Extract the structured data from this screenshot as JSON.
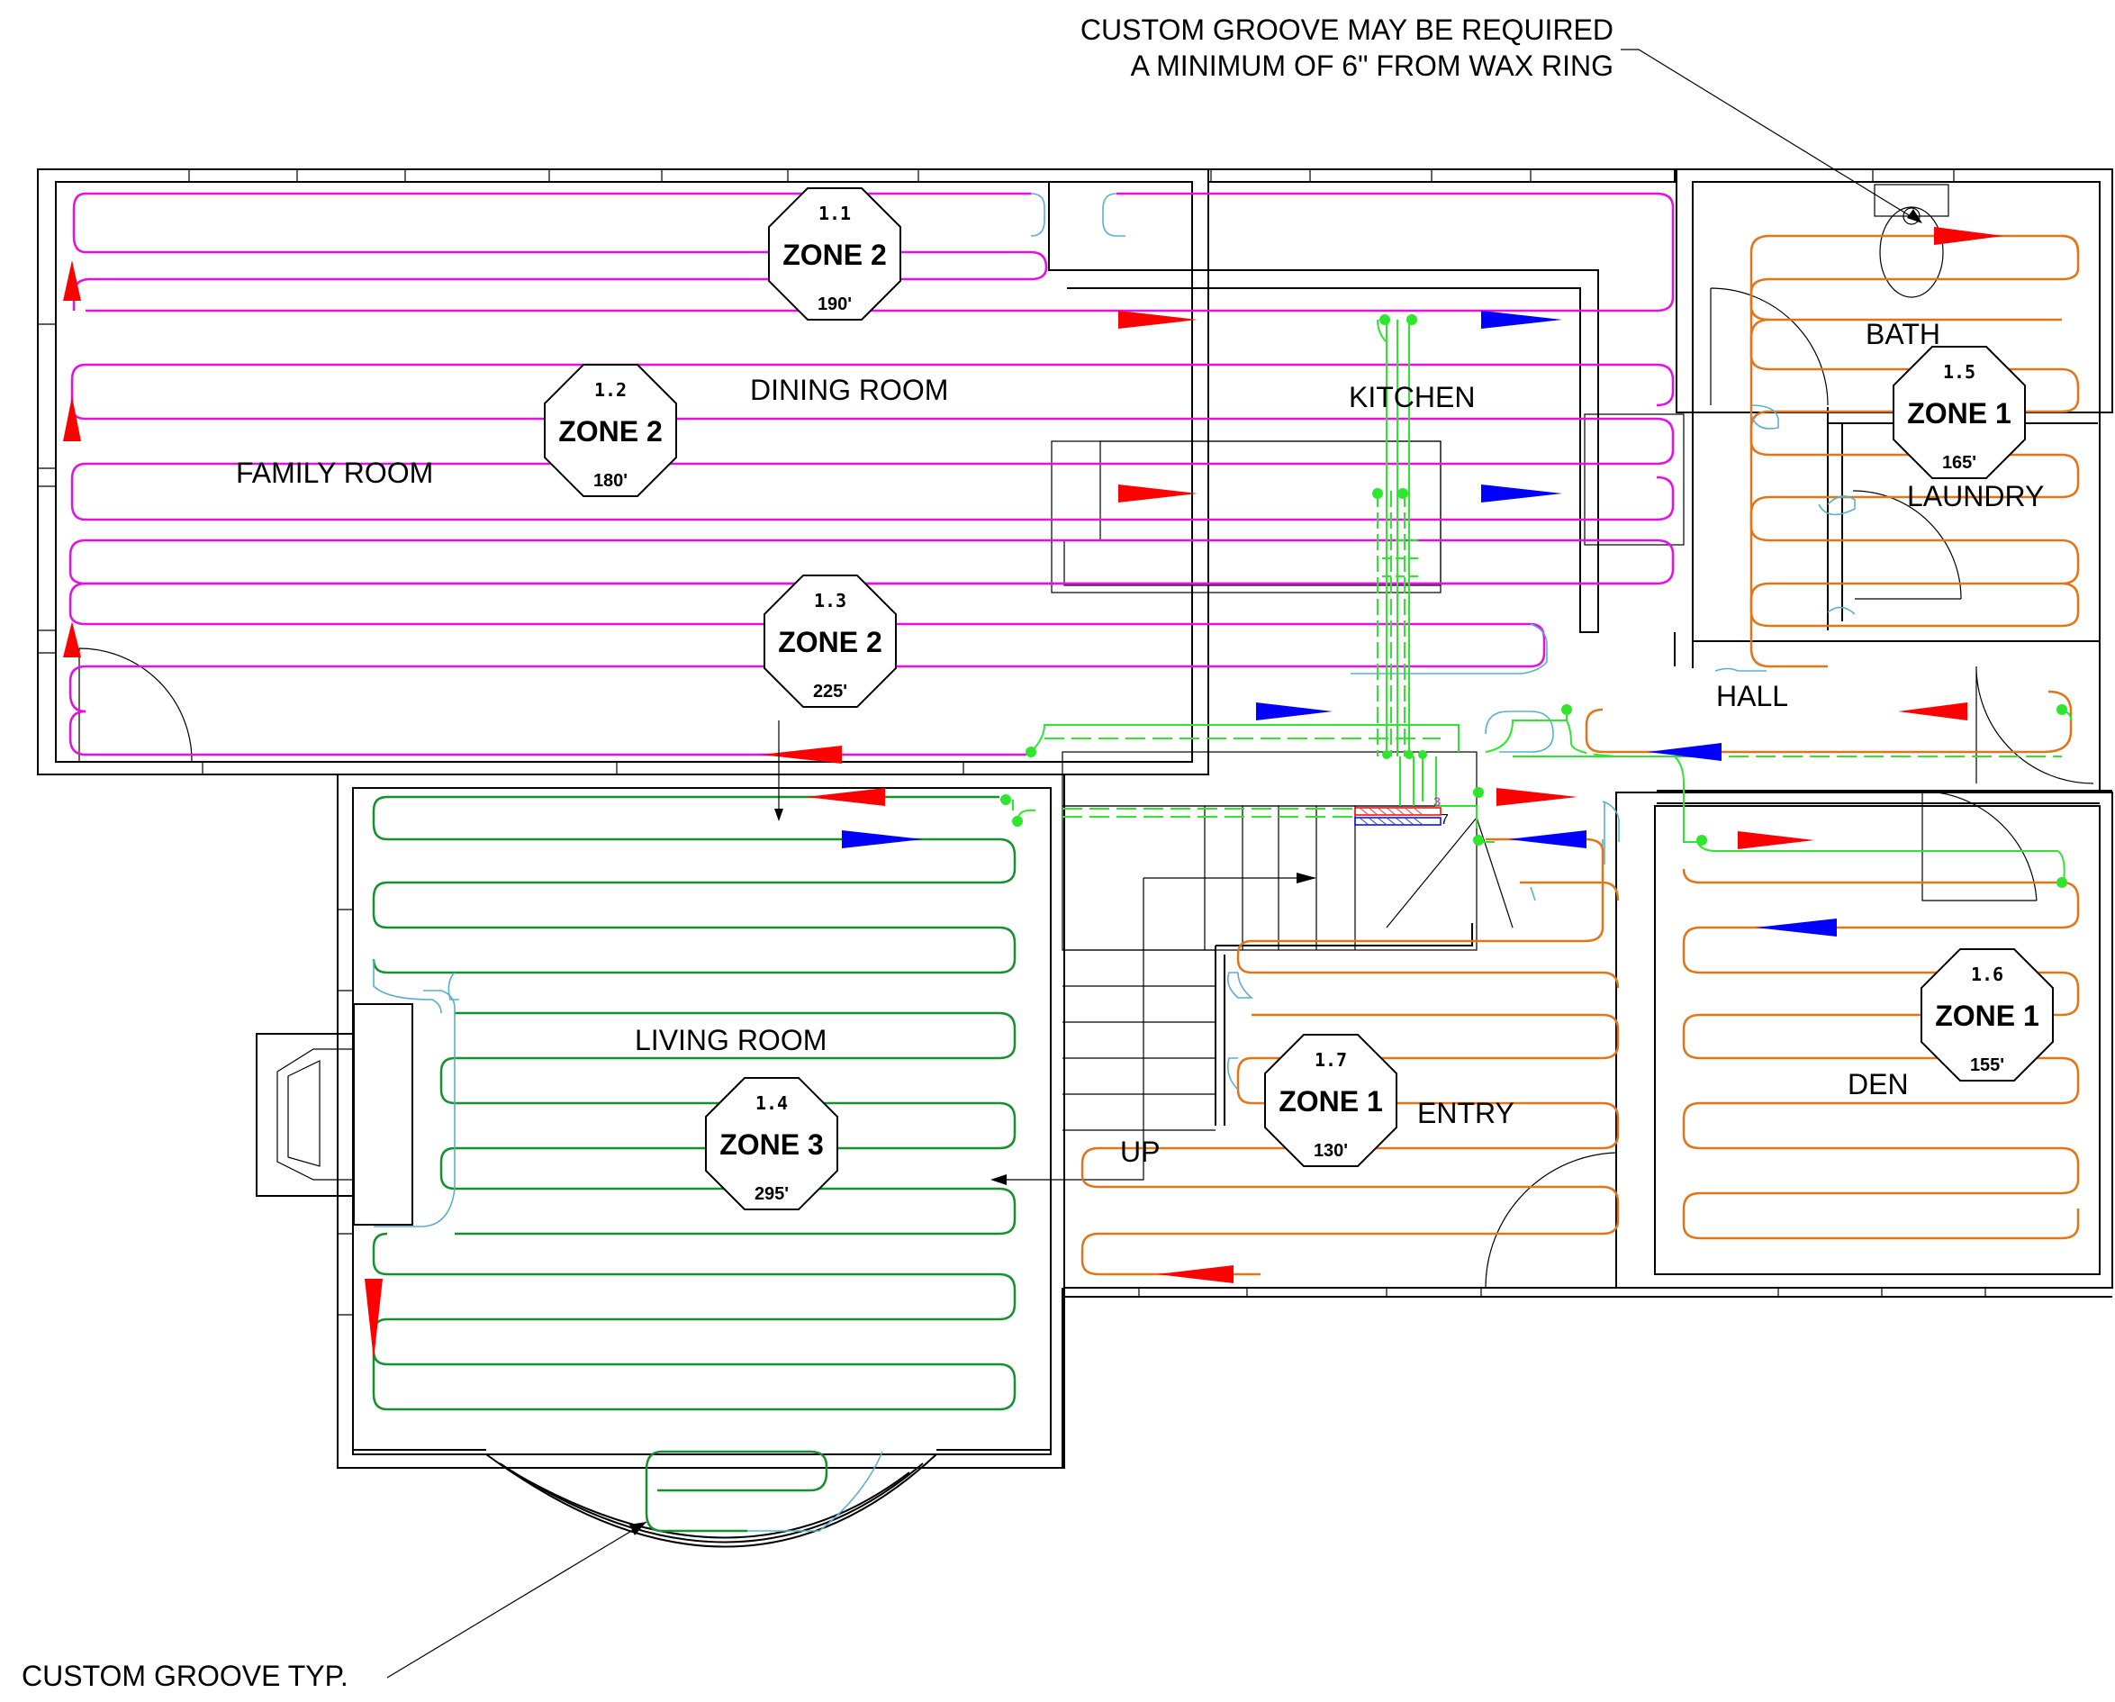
{
  "notes": {
    "top_line1": "CUSTOM GROOVE MAY BE REQUIRED",
    "top_line2": "A MINIMUM OF 6\" FROM WAX RING",
    "bottom": "CUSTOM GROOVE TYP."
  },
  "rooms": {
    "family_room": "FAMILY ROOM",
    "dining_room": "DINING ROOM",
    "kitchen": "KITCHEN",
    "bath": "BATH",
    "laundry": "LAUNDRY",
    "hall": "HALL",
    "den": "DEN",
    "entry": "ENTRY",
    "living_room": "LIVING ROOM",
    "up": "UP"
  },
  "loops": [
    {
      "id": "1.1",
      "zone": "ZONE 2",
      "length": "190'"
    },
    {
      "id": "1.2",
      "zone": "ZONE 2",
      "length": "180'"
    },
    {
      "id": "1.3",
      "zone": "ZONE 2",
      "length": "225'"
    },
    {
      "id": "1.4",
      "zone": "ZONE 3",
      "length": "295'"
    },
    {
      "id": "1.5",
      "zone": "ZONE 1",
      "length": "165'"
    },
    {
      "id": "1.6",
      "zone": "ZONE 1",
      "length": "155'"
    },
    {
      "id": "1.7",
      "zone": "ZONE 1",
      "length": "130'"
    }
  ],
  "manifold": {
    "port_label_a": "3",
    "port_label_b": "7"
  },
  "colors": {
    "zone2_tubing": "#e60fe6",
    "zone3_tubing": "#15912f",
    "zone1_tubing": "#e27518",
    "connector_tubing": "#5aafcf",
    "supply_leader": "#2ee62e",
    "supply_arrow": "#ff0000",
    "return_arrow": "#0000ff"
  }
}
